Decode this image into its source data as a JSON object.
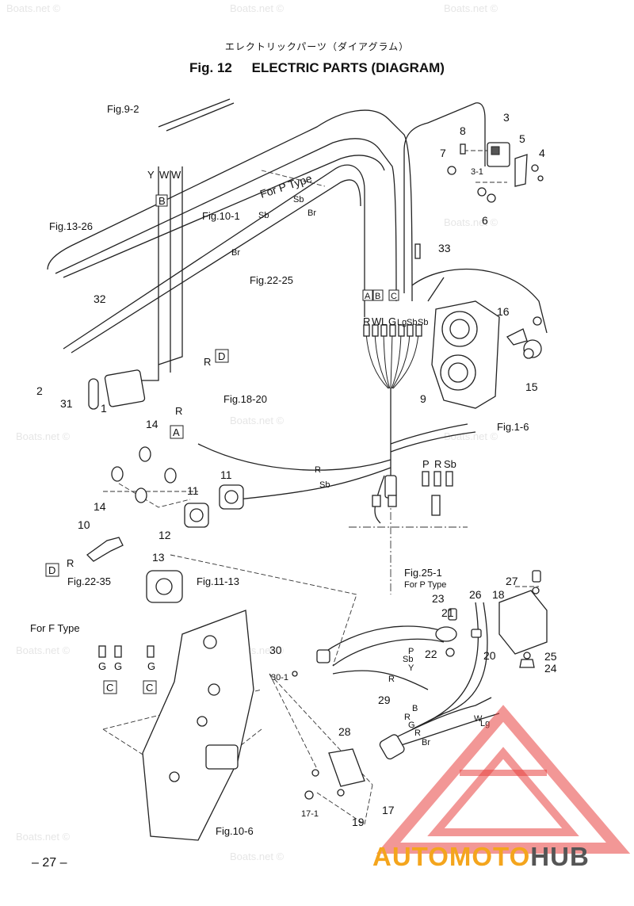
{
  "header": {
    "subtitle_jp": "エレクトリックパーツ（ダイアグラム）",
    "fig_number": "Fig. 12",
    "fig_title": "ELECTRIC PARTS (DIAGRAM)"
  },
  "watermark": "Boats.net ©",
  "page_number": "– 27 –",
  "logo": {
    "part1": "AUTOMOTO",
    "part2": "HUB",
    "accent_color": "#f4a51d",
    "triangle_color": "#e8423f"
  },
  "references": {
    "fig9_2": "Fig.9-2",
    "fig10_1": "Fig.10-1",
    "for_p_type": "For P Type",
    "fig13_26": "Fig.13-26",
    "fig22_25": "Fig.22-25",
    "fig18_20": "Fig.18-20",
    "fig1_6": "Fig.1-6",
    "fig11_13": "Fig.11-13",
    "fig22_35": "Fig.22-35",
    "for_f_type": "For F Type",
    "fig25_1": "Fig.25-1",
    "for_p_type_2": "For P Type",
    "fig10_6": "Fig.10-6"
  },
  "part_numbers": [
    "1",
    "2",
    "3",
    "3-1",
    "4",
    "5",
    "6",
    "7",
    "8",
    "9",
    "10",
    "11",
    "11",
    "12",
    "13",
    "14",
    "14",
    "15",
    "16",
    "17",
    "17-1",
    "18",
    "19",
    "20",
    "21",
    "22",
    "23",
    "24",
    "25",
    "26",
    "27",
    "28",
    "29",
    "30",
    "30-1",
    "31",
    "32",
    "33"
  ],
  "wire_codes": {
    "top_ywwy": [
      "Y",
      "W",
      "W"
    ],
    "harness_letters": [
      "R",
      "W",
      "L",
      "G",
      "Lg",
      "Sb",
      "Sb"
    ],
    "harness_boxes": [
      "A",
      "B",
      "C"
    ],
    "right_prsb": [
      "P",
      "R",
      "Sb"
    ],
    "sb": "Sb",
    "br": "Br",
    "r": "R",
    "g": "G",
    "small_codes": [
      "P",
      "Sb",
      "Y",
      "R",
      "B",
      "Br",
      "W",
      "Lg"
    ]
  },
  "connector_boxes": {
    "d": "D",
    "a": "A",
    "b": "B",
    "c": "C"
  }
}
